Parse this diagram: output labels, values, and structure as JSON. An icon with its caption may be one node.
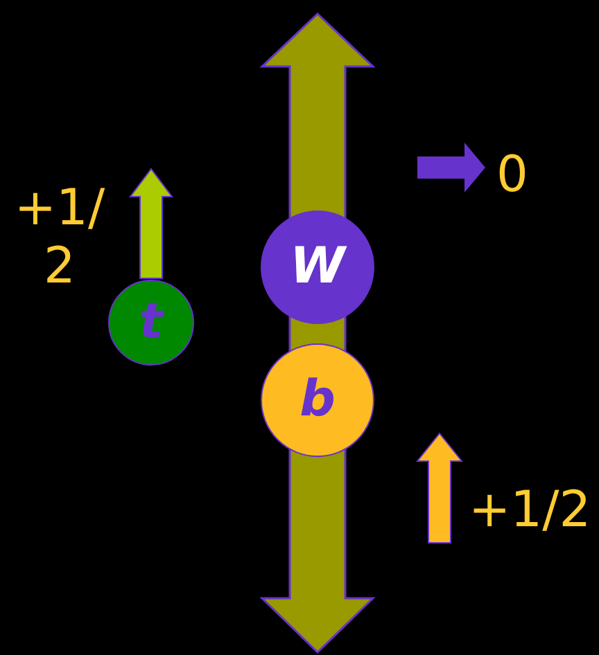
{
  "diagram": {
    "nodes": [
      {
        "text": [
          "t"
        ]
      },
      {
        "text": [
          "W"
        ]
      },
      {
        "text": [
          "b"
        ]
      }
    ],
    "labels": [
      "+1/2",
      "0",
      "+1/2"
    ]
  }
}
